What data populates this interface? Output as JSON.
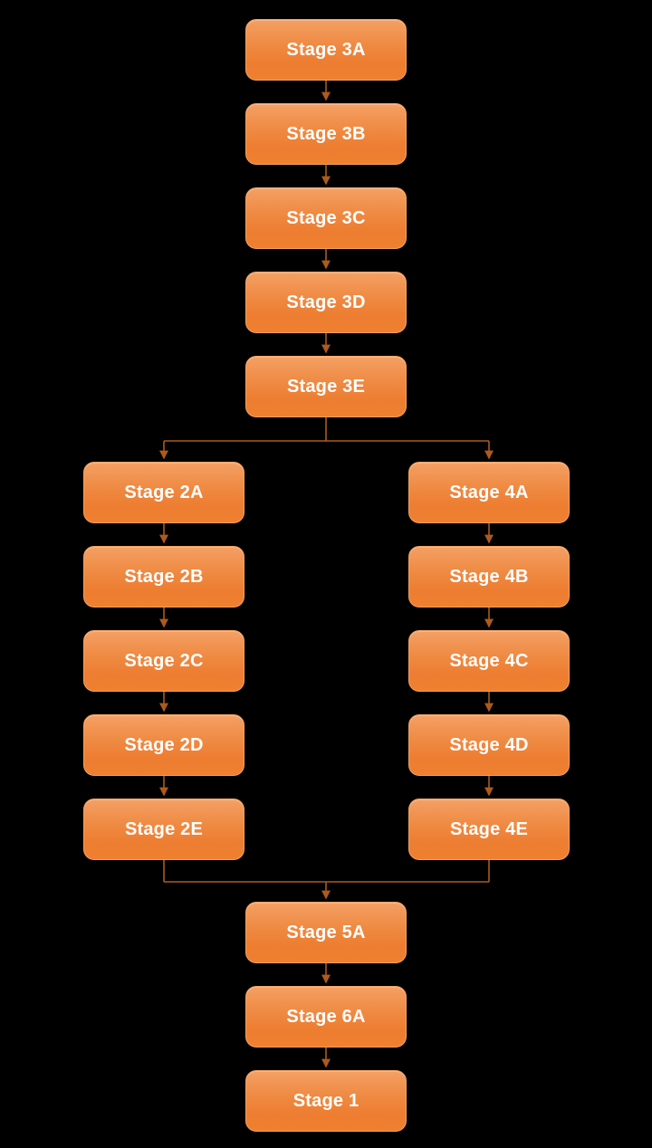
{
  "colors": {
    "background": "#000000",
    "node_top": "#F4A065",
    "node_base": "#ED7D31",
    "node_border": "#F2A161",
    "label_text": "#FFFFFF",
    "connector": "#AD5A1E"
  },
  "diagram": {
    "type": "flowchart",
    "nodes": [
      {
        "id": "stage-3a",
        "label": "Stage 3A"
      },
      {
        "id": "stage-3b",
        "label": "Stage 3B"
      },
      {
        "id": "stage-3c",
        "label": "Stage 3C"
      },
      {
        "id": "stage-3d",
        "label": "Stage 3D"
      },
      {
        "id": "stage-3e",
        "label": "Stage 3E"
      },
      {
        "id": "stage-2a",
        "label": "Stage 2A"
      },
      {
        "id": "stage-2b",
        "label": "Stage 2B"
      },
      {
        "id": "stage-2c",
        "label": "Stage 2C"
      },
      {
        "id": "stage-2d",
        "label": "Stage 2D"
      },
      {
        "id": "stage-2e",
        "label": "Stage 2E"
      },
      {
        "id": "stage-4a",
        "label": "Stage 4A"
      },
      {
        "id": "stage-4b",
        "label": "Stage 4B"
      },
      {
        "id": "stage-4c",
        "label": "Stage 4C"
      },
      {
        "id": "stage-4d",
        "label": "Stage 4D"
      },
      {
        "id": "stage-4e",
        "label": "Stage 4E"
      },
      {
        "id": "stage-5a",
        "label": "Stage 5A"
      },
      {
        "id": "stage-6a",
        "label": "Stage 6A"
      },
      {
        "id": "stage-1",
        "label": "Stage 1"
      }
    ],
    "edges": [
      {
        "from": "Stage 3A",
        "to": "Stage 3B"
      },
      {
        "from": "Stage 3B",
        "to": "Stage 3C"
      },
      {
        "from": "Stage 3C",
        "to": "Stage 3D"
      },
      {
        "from": "Stage 3D",
        "to": "Stage 3E"
      },
      {
        "from": "Stage 3E",
        "to": "Stage 2A"
      },
      {
        "from": "Stage 3E",
        "to": "Stage 4A"
      },
      {
        "from": "Stage 2A",
        "to": "Stage 2B"
      },
      {
        "from": "Stage 2B",
        "to": "Stage 2C"
      },
      {
        "from": "Stage 2C",
        "to": "Stage 2D"
      },
      {
        "from": "Stage 2D",
        "to": "Stage 2E"
      },
      {
        "from": "Stage 4A",
        "to": "Stage 4B"
      },
      {
        "from": "Stage 4B",
        "to": "Stage 4C"
      },
      {
        "from": "Stage 4C",
        "to": "Stage 4D"
      },
      {
        "from": "Stage 4D",
        "to": "Stage 4E"
      },
      {
        "from": "Stage 2E",
        "to": "Stage 5A"
      },
      {
        "from": "Stage 4E",
        "to": "Stage 5A"
      },
      {
        "from": "Stage 5A",
        "to": "Stage 6A"
      },
      {
        "from": "Stage 6A",
        "to": "Stage 1"
      }
    ]
  }
}
